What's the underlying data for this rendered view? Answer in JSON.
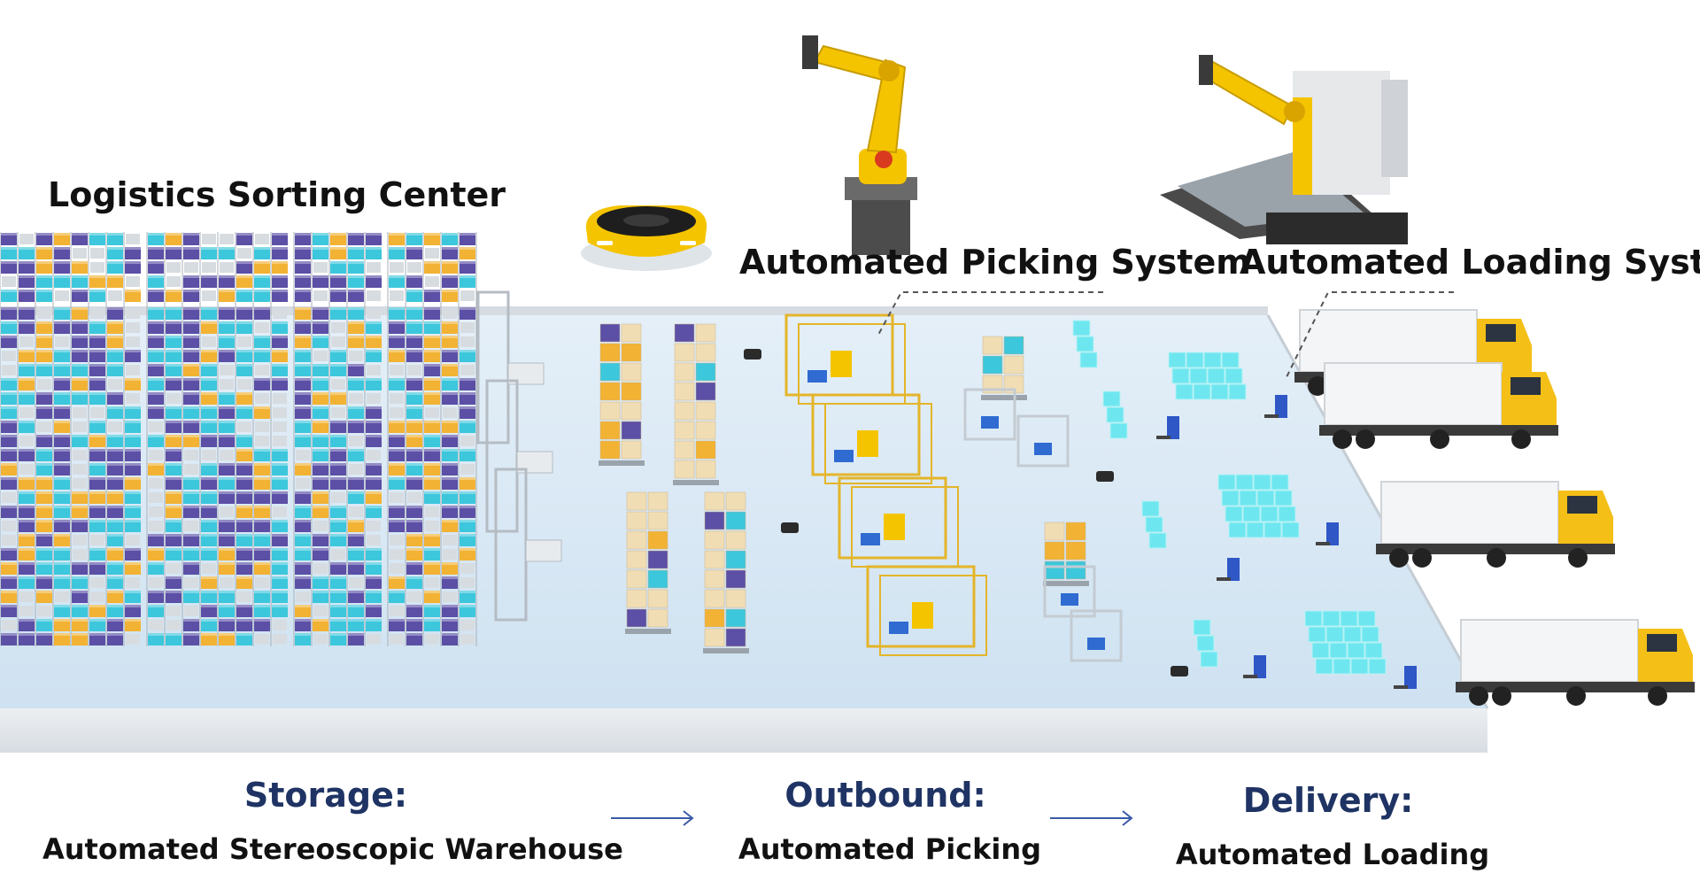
{
  "labels": {
    "sorting_center": "Logistics Sorting Center",
    "picking_system": "Automated Picking System",
    "loading_system": "Automated Loading System"
  },
  "stages": [
    {
      "head": "Storage:",
      "sub": "Automated Stereoscopic Warehouse"
    },
    {
      "head": "Outbound:",
      "sub": "Automated Picking"
    },
    {
      "head": "Delivery:",
      "sub": "Automated Loading"
    }
  ],
  "colors": {
    "stage_heading": "#1f3464",
    "flow_arrow": "#3b5ba8",
    "bin_yellow": "#f2b233",
    "bin_cyan": "#3cc7dc",
    "bin_purple": "#5b4fa6",
    "robot_yellow": "#f5c400",
    "floor": "#dbe9f5",
    "box_tan": "#f1ddb4"
  },
  "icons": [
    "agv-robot-icon",
    "robot-arm-icon",
    "loading-robot-icon",
    "truck-icon",
    "forklift-icon",
    "shelf-rack-icon"
  ]
}
